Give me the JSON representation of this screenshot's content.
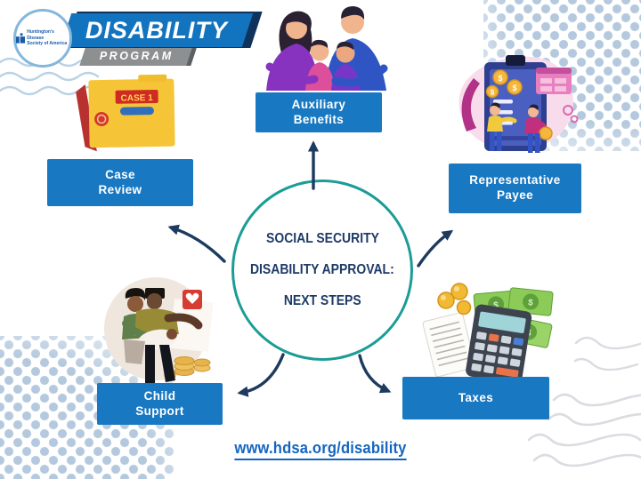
{
  "header": {
    "logo_text": "Huntington's Disease\nSociety of America",
    "title": "DISABILITY",
    "subtitle": "PROGRAM"
  },
  "center_circle": {
    "line1": "SOCIAL SECURITY",
    "line2": "DISABILITY APPROVAL:",
    "line3": "NEXT STEPS"
  },
  "nodes": [
    {
      "id": "auxiliary-benefits",
      "label": "Auxiliary\nBenefits"
    },
    {
      "id": "case-review",
      "label": "Case\nReview"
    },
    {
      "id": "representative-payee",
      "label": "Representative\nPayee"
    },
    {
      "id": "child-support",
      "label": "Child\nSupport"
    },
    {
      "id": "taxes",
      "label": "Taxes"
    }
  ],
  "arrows": [
    {
      "from": "center",
      "to": "auxiliary-benefits"
    },
    {
      "from": "center",
      "to": "case-review"
    },
    {
      "from": "center",
      "to": "representative-payee"
    },
    {
      "from": "center",
      "to": "child-support"
    },
    {
      "from": "center",
      "to": "taxes"
    }
  ],
  "illustrations": {
    "top_center": "family-illustration",
    "top_left": "case-folder-illustration",
    "right": "payee-clipboard-illustration",
    "bottom_left": "child-support-family-illustration",
    "bottom_right": "taxes-calculator-illustration"
  },
  "folder": {
    "label": "CASE 1"
  },
  "footer": {
    "url": "www.hdsa.org/disability"
  },
  "colors": {
    "node_blue": "#1878c2",
    "banner_blue": "#1273bf",
    "banner_gray": "#8d9091",
    "circle_teal": "#1b9c96",
    "text_navy": "#1d3a66",
    "arrow_navy": "#1d3a5f",
    "link_blue": "#1565c0",
    "dot_blue": "#b4c9de",
    "wave_blue": "#b9d2e6",
    "wave_gray": "#d9dce0"
  }
}
